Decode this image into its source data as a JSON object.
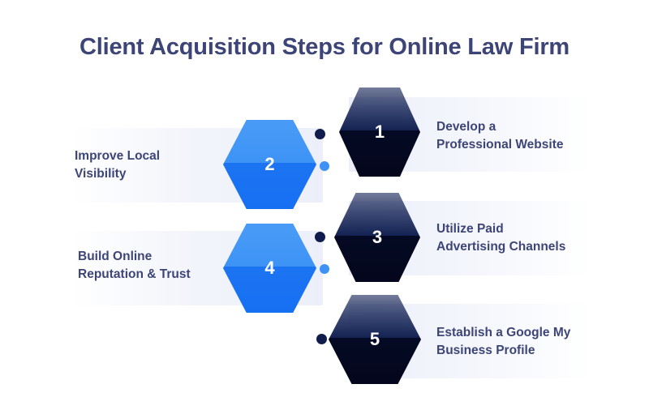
{
  "title": "Client Acquisition Steps for Online Law Firm",
  "colors": {
    "title_text": "#3d4577",
    "label_text": "#3d4577",
    "hex_dark_top": "#132253",
    "hex_dark_bottom": "#050a24",
    "hex_blue_top": "#3d93f5",
    "hex_blue_bottom": "#1c74f2",
    "dot_navy": "#101c4b",
    "dot_blue": "#3d93f5",
    "band_tint": "#eceffa",
    "background": "#ffffff"
  },
  "steps": [
    {
      "number": "1",
      "label": "Develop a Professional Website",
      "line1": "Develop a",
      "line2": "Professional Website",
      "side": "right",
      "style": "dark"
    },
    {
      "number": "2",
      "label": "Improve Local Visibility",
      "line1": "Improve Local",
      "line2": "Visibility",
      "side": "left",
      "style": "blue"
    },
    {
      "number": "3",
      "label": "Utilize Paid Advertising Channels",
      "line1": "Utilize Paid",
      "line2": "Advertising Channels",
      "side": "right",
      "style": "dark"
    },
    {
      "number": "4",
      "label": "Build Online Reputation & Trust",
      "line1": "Build Online",
      "line2": "Reputation & Trust",
      "side": "left",
      "style": "blue"
    },
    {
      "number": "5",
      "label": "Establish a Google My Business Profile",
      "line1": "Establish a Google My",
      "line2": "Business Profile",
      "side": "right",
      "style": "dark"
    }
  ]
}
